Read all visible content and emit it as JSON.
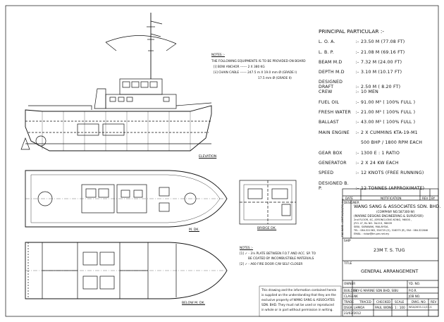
{
  "principal": {
    "title": "PRINCIPAL PARTICULAR :-",
    "rows": [
      {
        "k": "L. O. A.",
        "v": "23.50 M  (77.08 FT)"
      },
      {
        "k": "L. B. P.",
        "v": "21.08 M  (69.16 FT)"
      },
      {
        "k": "BEAM M.D",
        "v": "7.32 M  (24.00 FT)"
      },
      {
        "k": "DEPTH M.D",
        "v": "3.10 M  (10.17 FT)"
      },
      {
        "k": "DESIGNED DRAFT",
        "v": "2.50 M  ( 8.20 FT)"
      },
      {
        "k": "CREW",
        "v": "10 MEN"
      },
      {
        "k": "FUEL OIL",
        "v": "91.00  M³ ( 100% FULL )"
      },
      {
        "k": "FRESH WATER",
        "v": "21.00  M³ ( 100% FULL )"
      },
      {
        "k": "BALLAST",
        "v": "43.00  M³ ( 100% FULL )"
      },
      {
        "k": "MAIN ENGINE",
        "v": "2 X CUMMINS KTA-19-M1"
      },
      {
        "k": "",
        "v": "500 BHP / 1800 RPM EACH"
      },
      {
        "k": "GEAR BOX",
        "v": "1300 E : 1 RATIO"
      },
      {
        "k": "GENERATOR",
        "v": "2 X 24 KW EACH"
      },
      {
        "k": "SPEED",
        "v": "12 KNOTS (FREE RUNNING)"
      },
      {
        "k": "DESIGNED B. P.",
        "v": "12 TONNES (APPROXIMATE)"
      }
    ]
  },
  "notes_top": {
    "title": "NOTES :-",
    "line1": "THE FOLLOWING EQUIPMENTS IS TO BE PROVIDED ON BOARD",
    "line2": "[i]   BOW ANCHOR ------ 2 X 380 KG",
    "line3": "[ii]  CHAIN CABLE ------ 247.5 m X 19.0 mm Ø (GRADE I)",
    "line4": "17.5 mm Ø (GRADE II)"
  },
  "notes_bottom": {
    "title": "NOTES :-",
    "line1": "[1] ✓ - 3¼ PLATE BETWEEN F.O.T AND ACC. SP. TO",
    "line2": "BE COATED BY INCOMBUSTIBLE MATERIALS",
    "line3": "[2] ✓ - A60 FIRE DOOR C/W SELF-CLOSER"
  },
  "view_labels": {
    "elevation": "ELEVATION",
    "main_deck": "M. DK.",
    "bridge_deck": "BRIDGE DK.",
    "below_main_deck": "BELOW M. DK."
  },
  "title_block": {
    "rev_header": [
      "DATE",
      "NOTIFICATION",
      "REV",
      "BY"
    ],
    "designer_label": "DESIGNER",
    "company": "WANG SANG & ASSOCIATES SDN. BHD.",
    "company_no": "(COMPANY NO.587300-W)",
    "services": "(MARINE DESIGNS ENGINEERING & SURVEYOR)",
    "addr1": "2nd FLOOR, 4C, JORONG JONG KONG, 96000 ,",
    "addr2": "(P.O. LT, BL NO. 3&213, 96009",
    "addr3": "SIBU, SARAWAK, MALAYSIA.",
    "tel": "TEL : 084-321363, 334725 (O), 318375 (R), FAX : 084-322846",
    "email": "EMAIL : ricbw@tm.pm.net.my",
    "side_file": "FILE NAME : 23MTUG/GA(R0).dwg",
    "ship_label": "SHIP",
    "ship_name": "23M  T. S. TUG",
    "title_label": "TITLE",
    "drawing_title": "GENERAL ARRANGEMENT",
    "owner_label": "OWNER",
    "builder_label": "BUILDER",
    "builder_value": "SKY-G MARINE SDN BHD, SIBU",
    "class_label": "CLASS",
    "class_value": "NK",
    "trade_label": "TRADE",
    "design_label": "DSGN",
    "traced_label": "TRACED",
    "checked_label": "CHECKED",
    "scale_label": "SCALE",
    "dwg_no_label": "DWG. NO.",
    "rev_label": "REV",
    "drawn_value": "LHMOA",
    "checked_value": "PAUL WONG",
    "scale_value": "1 : 100",
    "dwg_no_value": "WSA/2633-11/23-G",
    "vo_label": "YD. NO.",
    "pno_label": "P.O.R.",
    "job_label": "JOB NO.",
    "date_value": "23/02/2012",
    "disclaimer1": "This drawing and the information contained herein",
    "disclaimer2": "is supplied on the understanding that they are the",
    "disclaimer3": "exclusive property of WANG SANG & ASSOCIATES",
    "disclaimer4": "SDN. BHD. They must not be used or reproduced",
    "disclaimer5": "in whole or in part without permission in writing."
  }
}
